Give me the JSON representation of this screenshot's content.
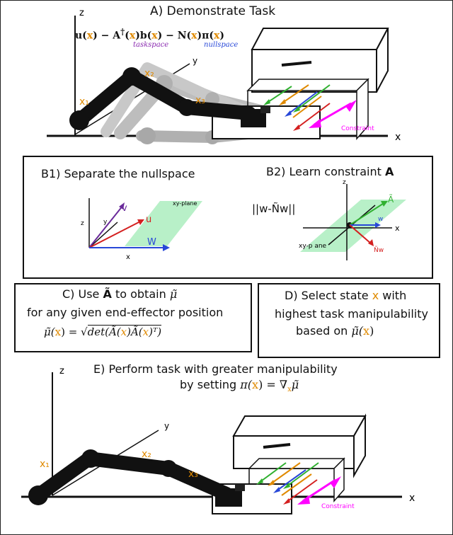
{
  "panel_a": {
    "title": "A) Demonstrate Task",
    "eq_u": "u(",
    "eq_x": "x",
    "eq_rest1": ") − A",
    "eq_dagger": "†",
    "eq_mid1": "(",
    "eq_x2": "x",
    "eq_mid2": ")b(",
    "eq_x3": "x",
    "eq_mid3": ") − N(",
    "eq_x4": "x",
    "eq_mid4": ")π(",
    "eq_x5": "x",
    "eq_end": ")",
    "taskspace_label": "taskspace",
    "nullspace_label": "nullspace",
    "axis_z": "z",
    "axis_y": "y",
    "axis_x": "x",
    "x1_label": "x₁",
    "x2_label": "x₂",
    "x3_label": "x₃",
    "constraint_label": "Constraint"
  },
  "panel_b1": {
    "title": "B1) Separate the nullspace",
    "axis_z": "z",
    "axis_y": "y",
    "axis_x": "x",
    "plane_label": "xy-plane",
    "v_label": "v",
    "u_label": "u",
    "w_label": "W"
  },
  "panel_b2": {
    "title": "B2) Learn constraint ",
    "title_symbol": "A",
    "norm_expr": "||w-Ñw||",
    "axis_z": "z",
    "axis_x": "x",
    "a_label": "Ã",
    "w_label": "w",
    "nw_label": "Ñw",
    "plane_label": "xy-p ane"
  },
  "panel_c": {
    "line1_pre": "C) Use ",
    "line1_sym": "Ã",
    "line1_post": " to obtain ",
    "line1_mu": "μ̃",
    "line2": "for any given end-effector position",
    "formula_lhs": "μ̃(",
    "formula_x": "x",
    "formula_mid": ") = √",
    "formula_det": "det(Ã(",
    "formula_x2": "x",
    "formula_mid2": ")Ã(",
    "formula_x3": "x",
    "formula_end": ")ᵀ)"
  },
  "panel_d": {
    "line1_pre": "D) Select state ",
    "line1_x": "x",
    "line1_post": " with",
    "line2": "highest task manipulability",
    "line3_pre": "based on ",
    "line3_mu": "μ̃(",
    "line3_x": "x",
    "line3_end": ")"
  },
  "panel_e": {
    "title": "E) Perform task with greater manipulability",
    "line2_pre": "by setting  ",
    "line2_pi": "π(",
    "line2_x": "x",
    "line2_mid": ") = ∇",
    "line2_sub": "x",
    "line2_mu": "μ̃",
    "axis_z": "z",
    "axis_y": "y",
    "axis_x": "x",
    "x1_label": "x₁",
    "x2_label": "x₂",
    "x3_label": "x₃",
    "constraint_label": "Constraint"
  },
  "colors": {
    "orange": "#e08a00",
    "purple": "#8a2bb0",
    "blue": "#2848d8",
    "red": "#d42020",
    "green": "#30b030",
    "magenta": "#ff00ff",
    "plane": "#b8f0c8"
  }
}
